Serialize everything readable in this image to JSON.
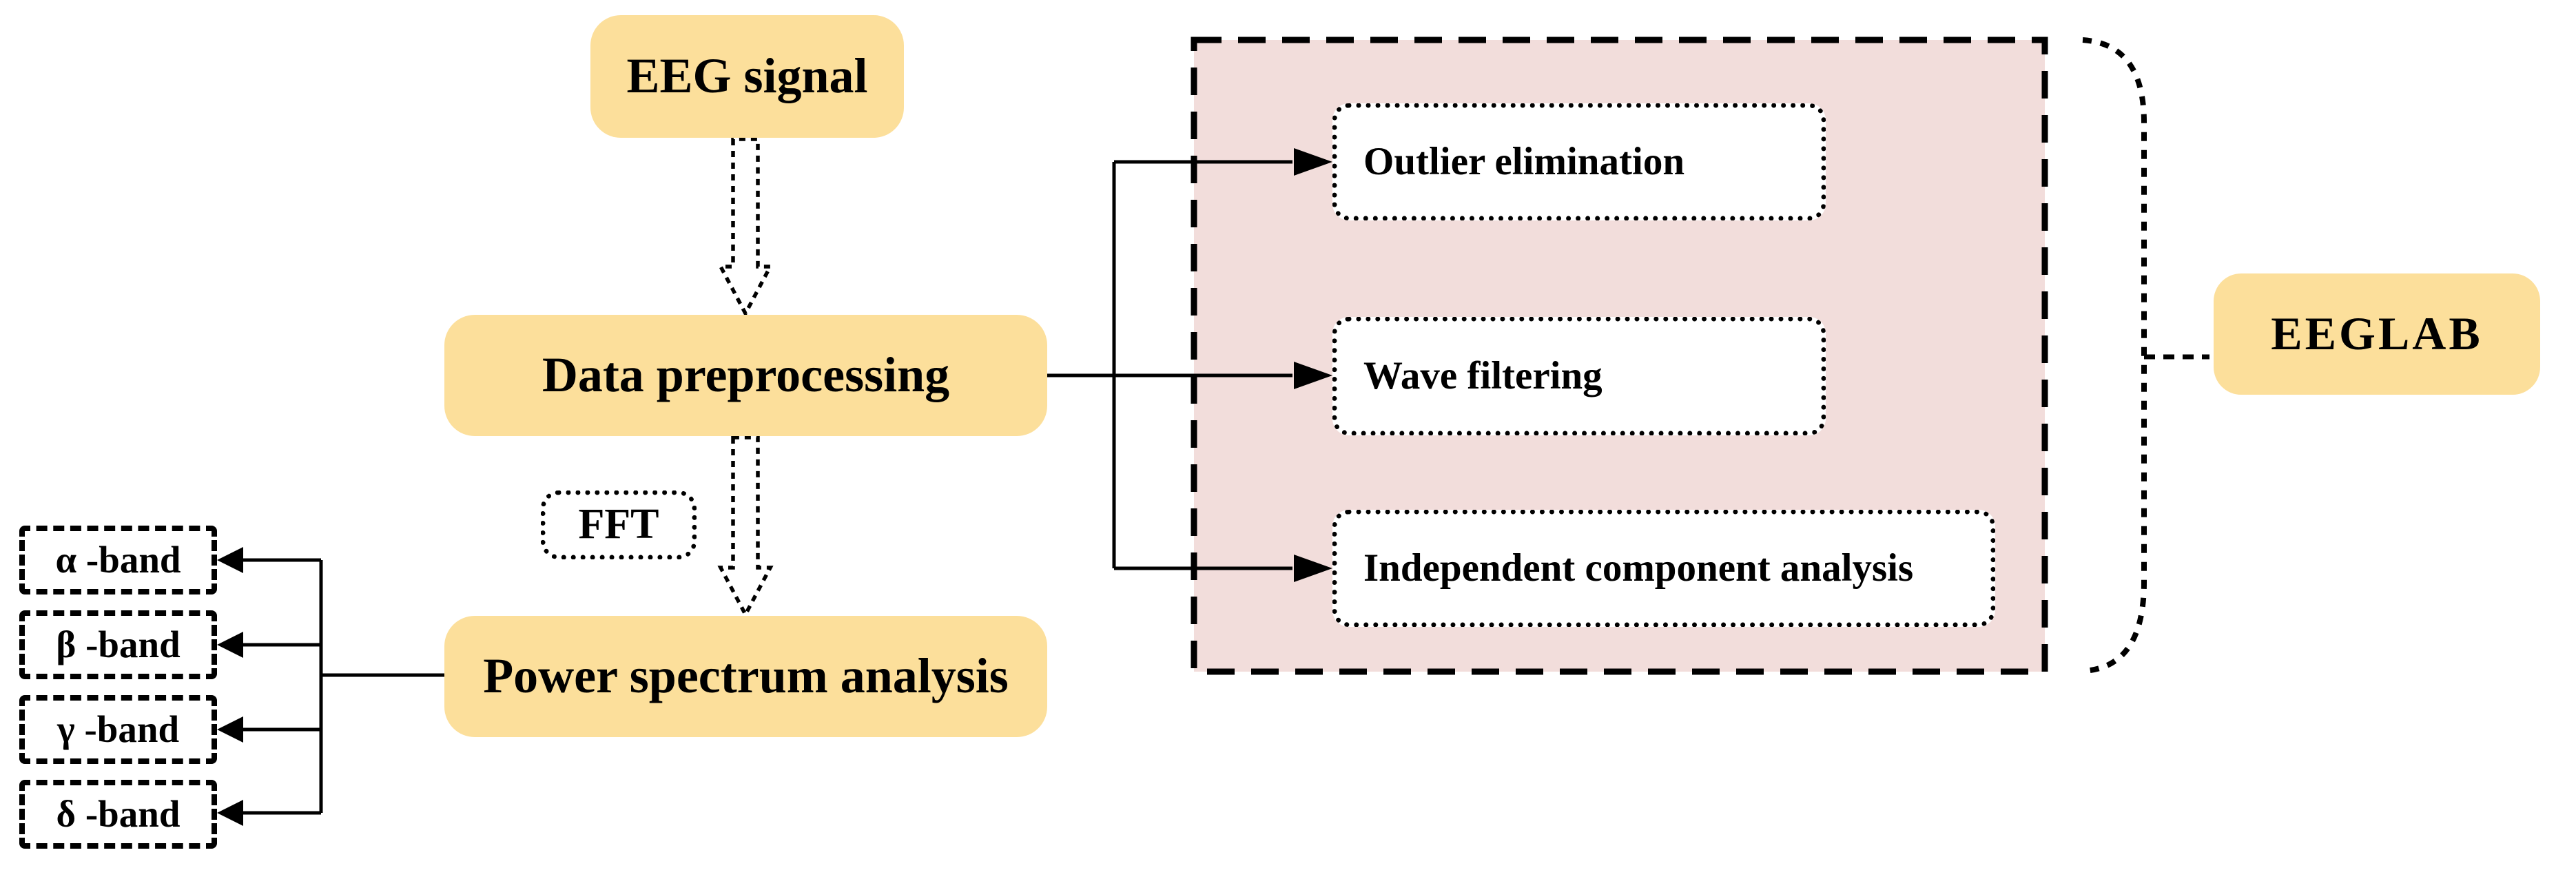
{
  "nodes": {
    "eeg_signal": {
      "label": "EEG signal"
    },
    "data_preprocessing": {
      "label": "Data preprocessing"
    },
    "fft": {
      "label": "FFT"
    },
    "power_spectrum": {
      "label": "Power spectrum analysis"
    },
    "eeglab": {
      "label": "EEGLAB"
    }
  },
  "bands": [
    {
      "label": "α -band"
    },
    {
      "label": "β -band"
    },
    {
      "label": "γ -band"
    },
    {
      "label": "δ -band"
    }
  ],
  "steps": [
    {
      "label": "Outlier elimination"
    },
    {
      "label": "Wave filtering"
    },
    {
      "label": "Independent component analysis"
    }
  ],
  "colors": {
    "node_fill": "#FCDF9B",
    "container_fill": "#F2DDDB",
    "line": "#000000",
    "box_white": "#FFFFFF"
  }
}
